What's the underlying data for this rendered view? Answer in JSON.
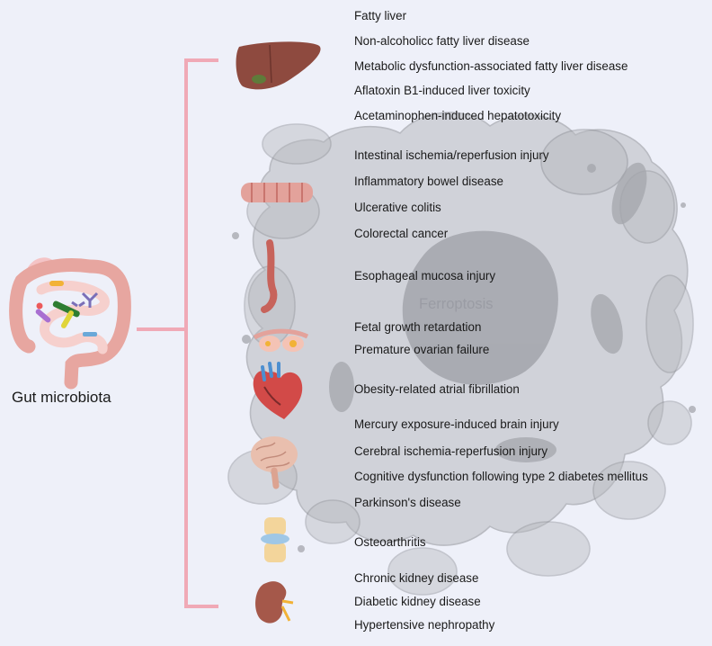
{
  "source_label": "Gut microbiota",
  "center_label": "Ferroptosis",
  "colors": {
    "background": "#eef0f9",
    "bracket": "#f0a9b6",
    "cell": "#b8babf",
    "liver": "#8e4a3f",
    "intestine": "#e3a29b",
    "kidney": "#a5584a"
  },
  "organ_groups": [
    {
      "organ": "liver",
      "icon": "liver-icon",
      "diseases": [
        "Fatty liver",
        "Non-alcoholicc fatty liver disease",
        "Metabolic dysfunction-associated fatty liver disease",
        "Aflatoxin B1-induced liver toxicity",
        "Acetaminophen-induced hepatotoxicity"
      ]
    },
    {
      "organ": "intestine",
      "icon": "intestine-icon",
      "diseases": [
        "Intestinal ischemia/reperfusion injury",
        "Inflammatory bowel disease",
        "Ulcerative colitis",
        "Colorectal cancer"
      ]
    },
    {
      "organ": "esophagus",
      "icon": "esophagus-icon",
      "diseases": [
        "Esophageal mucosa injury"
      ]
    },
    {
      "organ": "ovary",
      "icon": "ovary-icon",
      "diseases": [
        "Fetal growth retardation",
        "Premature ovarian failure"
      ]
    },
    {
      "organ": "heart",
      "icon": "heart-icon",
      "diseases": [
        "Obesity-related atrial fibrillation"
      ]
    },
    {
      "organ": "brain",
      "icon": "brain-icon",
      "diseases": [
        "Mercury exposure-induced brain injury",
        "Cerebral ischemia-reperfusion injury",
        "Cognitive dysfunction following type 2 diabetes mellitus",
        "Parkinson's disease"
      ]
    },
    {
      "organ": "joint",
      "icon": "joint-icon",
      "diseases": [
        "Osteoarthritis"
      ]
    },
    {
      "organ": "kidney",
      "icon": "kidney-icon",
      "diseases": [
        "Chronic kidney disease",
        "Diabetic kidney disease",
        "Hypertensive nephropathy"
      ]
    }
  ]
}
